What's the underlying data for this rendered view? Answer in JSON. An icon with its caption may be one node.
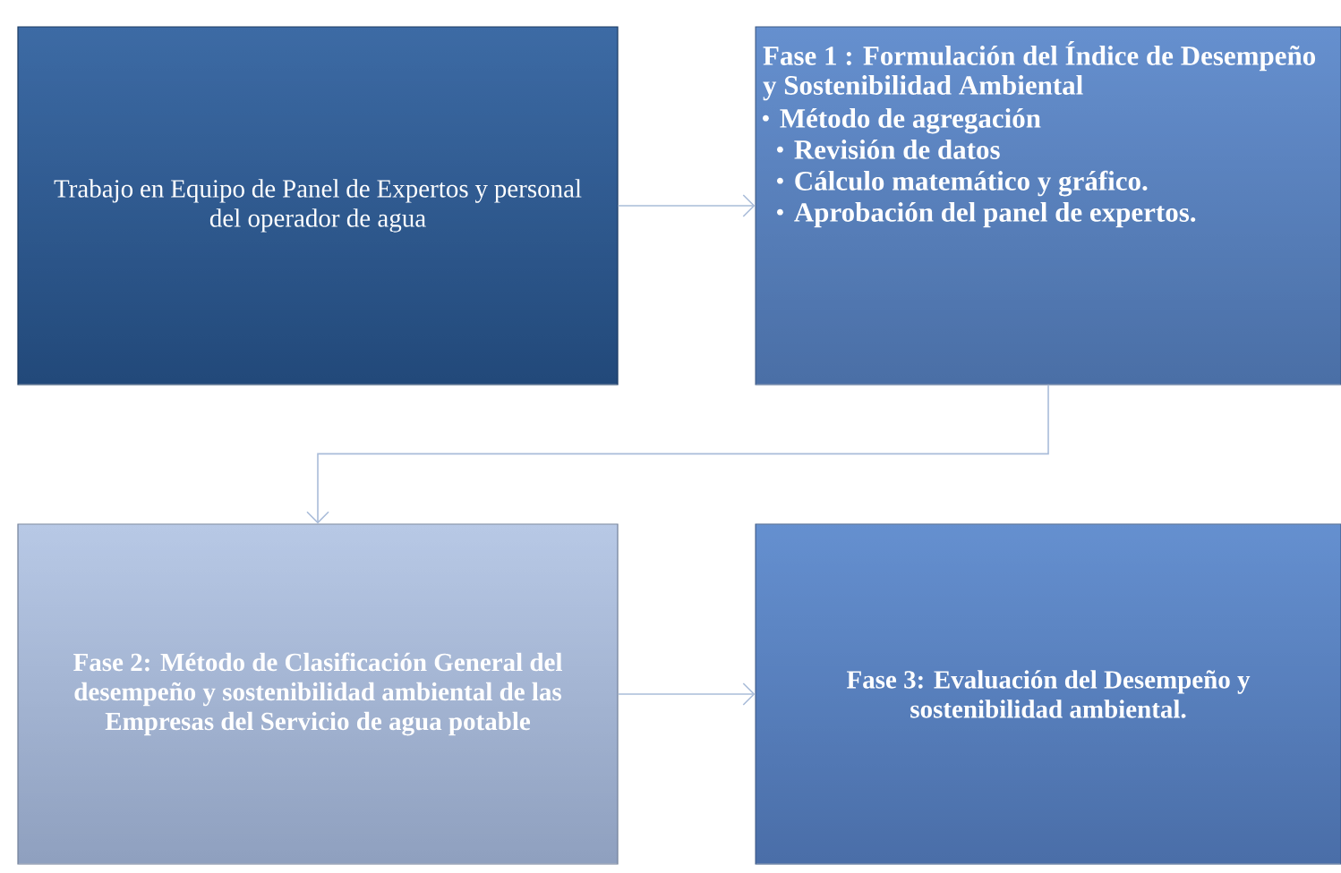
{
  "diagram": {
    "nodes": [
      {
        "text": [
          "Trabajo en Equipo de Panel de Expertos y personal del operador de agua"
        ]
      },
      {
        "text": [
          "Fase 1 : Formulación del Índice de Desempeño y Sostenibilidad Ambiental",
          "Método de agregación",
          "Revisión de datos",
          "Cálculo matemático y gráfico.",
          "Aprobación del panel de expertos."
        ]
      },
      {
        "text": [
          "Fase 2: Método de Clasificación General del desempeño y sostenibilidad ambiental de las Empresas del Servicio de agua potable"
        ]
      },
      {
        "text": [
          "Fase 3: Evaluación del Desempeño y sostenibilidad ambiental."
        ]
      }
    ],
    "edges": [
      {
        "from": 0,
        "to": 1,
        "arrow": "to"
      },
      {
        "from": 1,
        "to": 2,
        "arrow": "to"
      },
      {
        "from": 2,
        "to": 3,
        "arrow": "to"
      }
    ]
  }
}
